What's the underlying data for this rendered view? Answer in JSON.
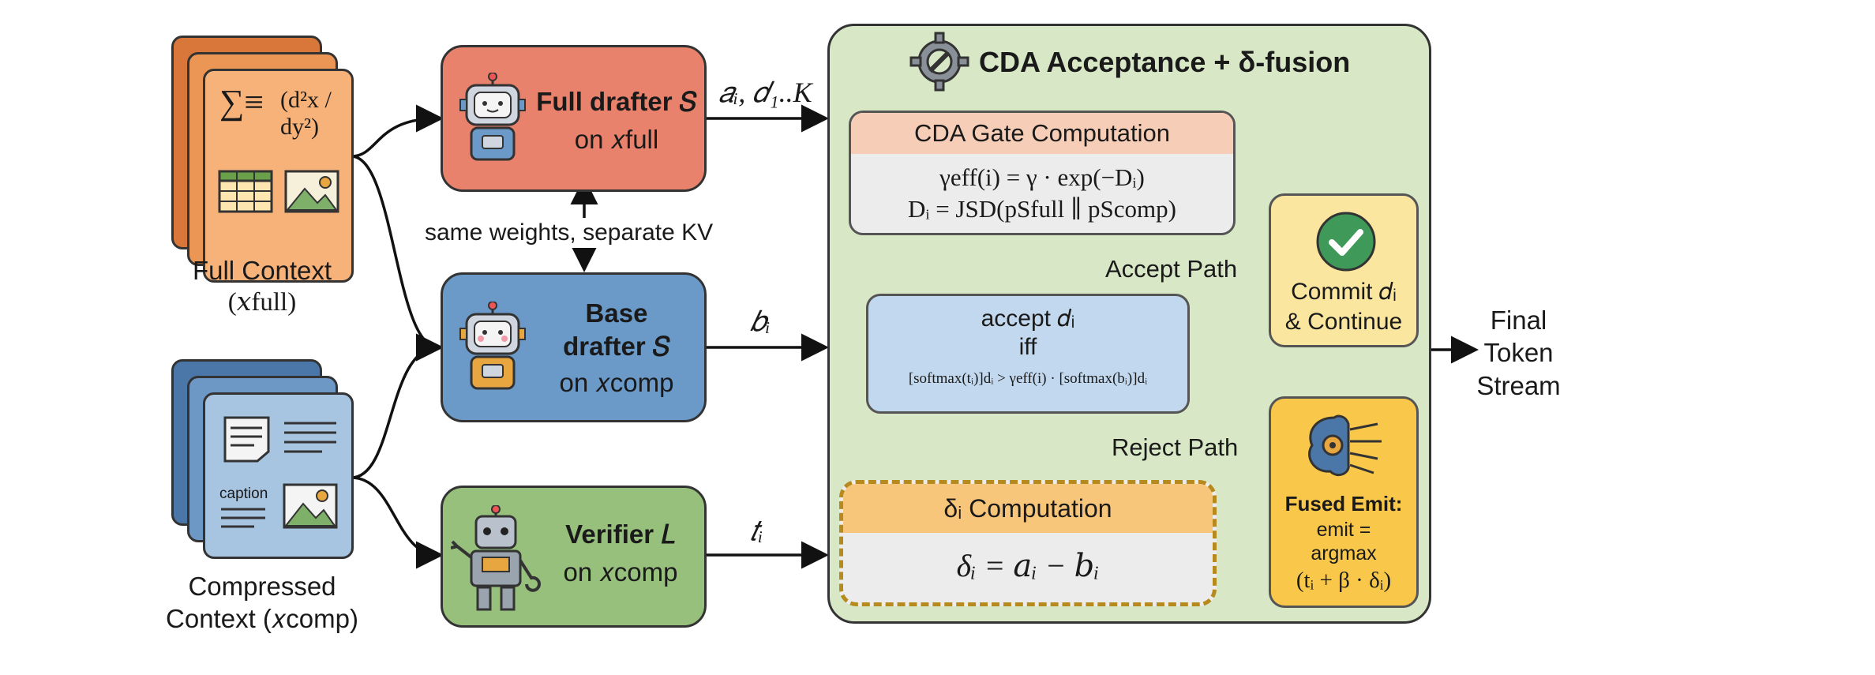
{
  "inputs": {
    "full": {
      "title": "Full Context",
      "sub": "(𝑥full)",
      "math": "(d²x / dy²)"
    },
    "compressed": {
      "title": "Compressed",
      "sub": "Context (𝑥comp)",
      "caption": "caption"
    }
  },
  "drafters": {
    "full": {
      "title": "Full drafter 𝑆",
      "sub": "on 𝑥full"
    },
    "base": {
      "title1": "Base",
      "title2": "drafter 𝑆",
      "sub": "on 𝑥comp"
    },
    "verifier": {
      "title": "Verifier 𝐿",
      "sub": "on 𝑥comp"
    }
  },
  "edges": {
    "shared": "same weights,  separate KV",
    "full_out": "𝑎ᵢ, 𝑑₁..K",
    "base_out": "𝑏ᵢ",
    "verifier_out": "𝑡ᵢ"
  },
  "panel": {
    "title": "CDA Acceptance + δ-fusion",
    "gate": {
      "title": "CDA Gate Computation",
      "line1": "γeff(i) = γ · exp(−Dᵢ)",
      "line2": "Dᵢ = JSD(pSfull ∥ pScomp)"
    },
    "accept": {
      "line1": "accept 𝑑ᵢ",
      "line2": "iff",
      "line3": "[softmax(tᵢ)]dᵢ > γeff(i) · [softmax(bᵢ)]dᵢ"
    },
    "accept_path": "Accept Path",
    "reject_path": "Reject Path",
    "delta": {
      "title": "δᵢ Computation",
      "formula": "δᵢ = 𝑎ᵢ − 𝑏ᵢ"
    },
    "commit": {
      "line1": "Commit 𝑑ᵢ",
      "line2": "& Continue"
    },
    "fused": {
      "title": "Fused Emit:",
      "line1": "emit =",
      "line2": "argmax",
      "line3": "(tᵢ + β · δᵢ)"
    }
  },
  "output": {
    "line1": "Final",
    "line2": "Token",
    "line3": "Stream"
  },
  "colors": {
    "full_drafter": "#e8826c",
    "base_drafter": "#6b9ac8",
    "verifier": "#97c07d",
    "panel": "#d8e8c6",
    "gate_header": "#f6cdb6",
    "accept_box": "#c2d8ee",
    "delta_header": "#f8c67a",
    "commit_box": "#fbe6a0",
    "fused_box": "#f9c84b"
  }
}
